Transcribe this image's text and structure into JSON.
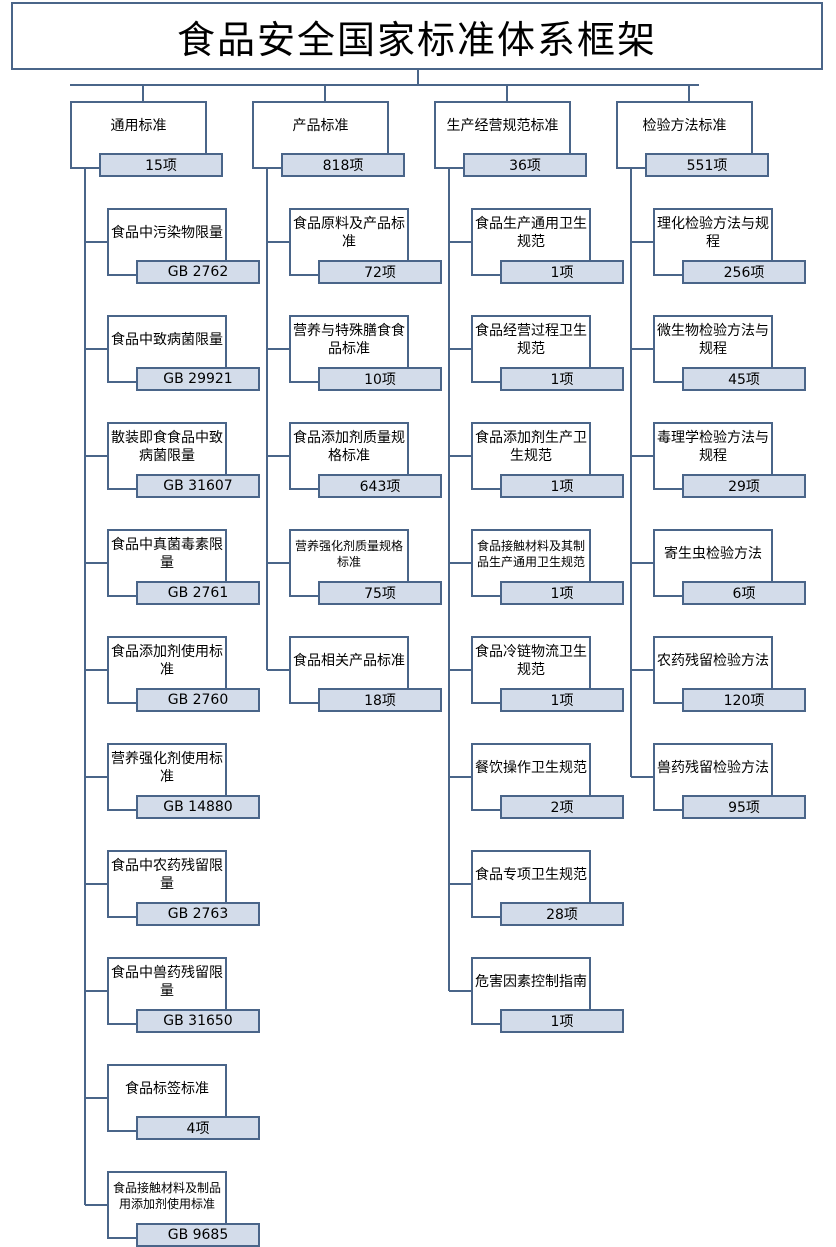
{
  "title": "食品安全国家标准体系框架",
  "categories": [
    {
      "label": "通用标准",
      "count": "15项",
      "items": [
        {
          "label": "食品中污染物限量",
          "code": "GB 2762"
        },
        {
          "label": "食品中致病菌限量",
          "code": "GB 29921"
        },
        {
          "label": "散装即食食品中致病菌限量",
          "code": "GB 31607"
        },
        {
          "label": "食品中真菌毒素限量",
          "code": "GB 2761"
        },
        {
          "label": "食品添加剂使用标准",
          "code": "GB 2760"
        },
        {
          "label": "营养强化剂使用标准",
          "code": "GB 14880"
        },
        {
          "label": "食品中农药残留限量",
          "code": "GB 2763"
        },
        {
          "label": "食品中兽药残留限量",
          "code": "GB 31650"
        },
        {
          "label": "食品标签标准",
          "code": "4项"
        },
        {
          "label": "食品接触材料及制品用添加剂使用标准",
          "code": "GB 9685",
          "small": true
        }
      ]
    },
    {
      "label": "产品标准",
      "count": "818项",
      "items": [
        {
          "label": "食品原料及产品标准",
          "code": "72项"
        },
        {
          "label": "营养与特殊膳食食品标准",
          "code": "10项"
        },
        {
          "label": "食品添加剂质量规格标准",
          "code": "643项"
        },
        {
          "label": "营养强化剂质量规格标准",
          "code": "75项",
          "small": true
        },
        {
          "label": "食品相关产品标准",
          "code": "18项"
        }
      ]
    },
    {
      "label": "生产经营规范标准",
      "count": "36项",
      "items": [
        {
          "label": "食品生产通用卫生规范",
          "code": "1项"
        },
        {
          "label": "食品经营过程卫生规范",
          "code": "1项"
        },
        {
          "label": "食品添加剂生产卫生规范",
          "code": "1项"
        },
        {
          "label": "食品接触材料及其制品生产通用卫生规范",
          "code": "1项",
          "small": true
        },
        {
          "label": "食品冷链物流卫生规范",
          "code": "1项"
        },
        {
          "label": "餐饮操作卫生规范",
          "code": "2项"
        },
        {
          "label": "食品专项卫生规范",
          "code": "28项"
        },
        {
          "label": "危害因素控制指南",
          "code": "1项"
        }
      ]
    },
    {
      "label": "检验方法标准",
      "count": "551项",
      "items": [
        {
          "label": "理化检验方法与规程",
          "code": "256项"
        },
        {
          "label": "微生物检验方法与规程",
          "code": "45项"
        },
        {
          "label": "毒理学检验方法与规程",
          "code": "29项"
        },
        {
          "label": "寄生虫检验方法",
          "code": "6项"
        },
        {
          "label": "农药残留检验方法",
          "code": "120项"
        },
        {
          "label": "兽药残留检验方法",
          "code": "95项"
        }
      ]
    }
  ]
}
